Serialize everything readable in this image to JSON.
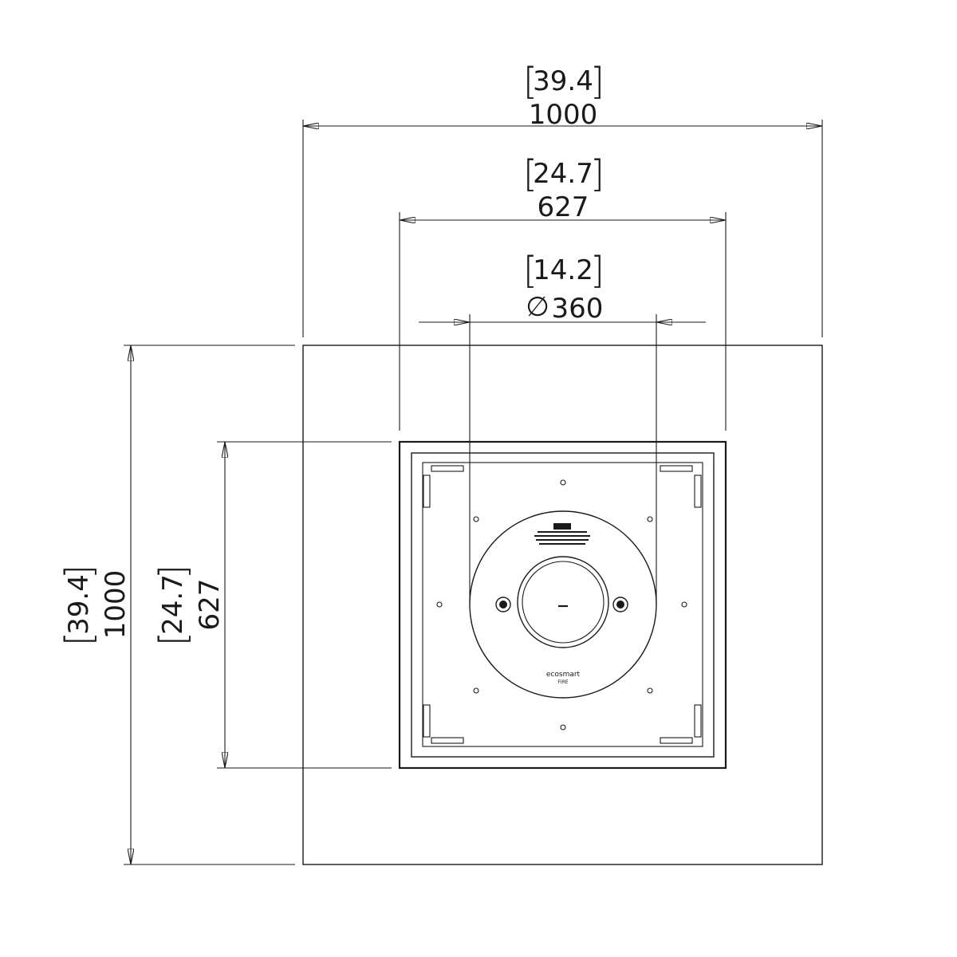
{
  "drawing": {
    "units_note": "[inches] / mm",
    "outer_width": {
      "inch": "39.4",
      "mm": "1000"
    },
    "outer_depth": {
      "inch": "39.4",
      "mm": "1000"
    },
    "burner_box_width": {
      "inch": "24.7",
      "mm": "627"
    },
    "burner_box_depth": {
      "inch": "24.7",
      "mm": "627"
    },
    "burner_diameter": {
      "inch": "14.2",
      "mm": "360",
      "symbol": "∅"
    },
    "brand_label": "ecosmart",
    "brand_sub": "FIRE"
  }
}
